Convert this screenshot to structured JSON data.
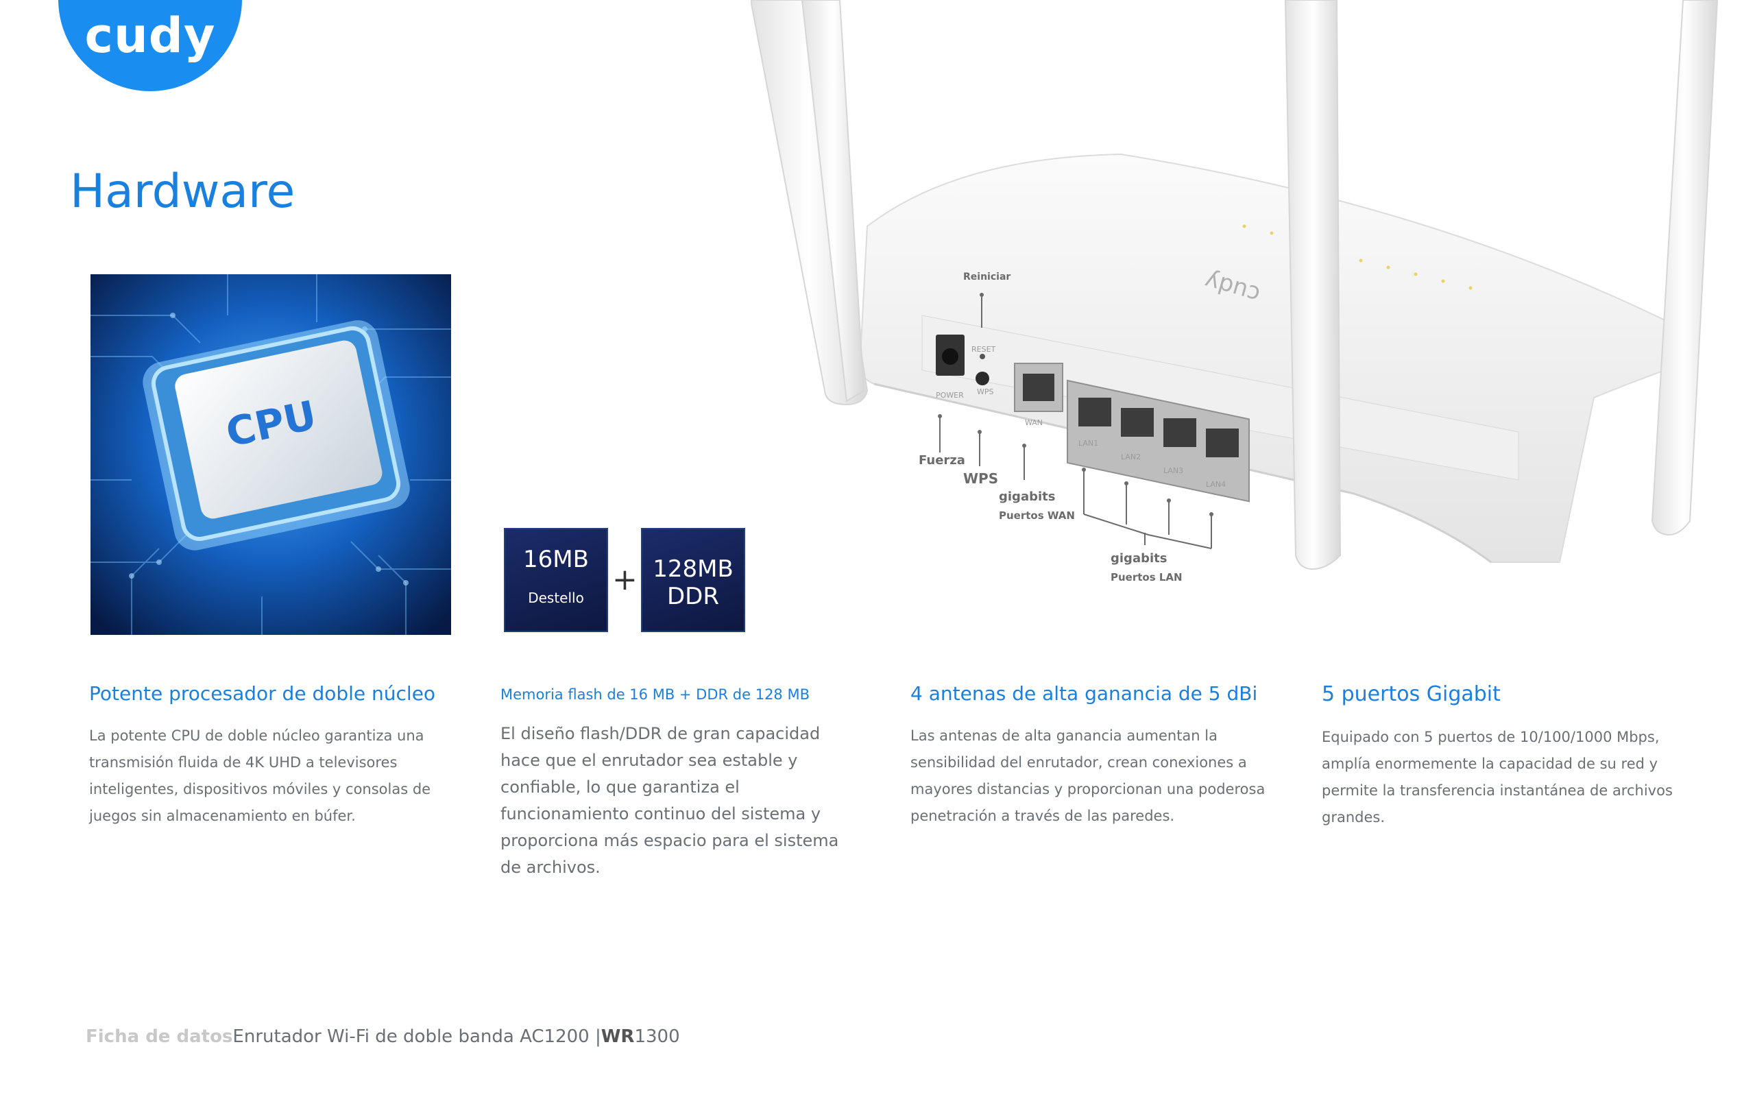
{
  "brand": {
    "logo_text": "cudy"
  },
  "page_title": "Hardware",
  "cpu_image": {
    "chip_label": "CPU"
  },
  "memory": {
    "flash": {
      "size": "16MB",
      "label": "Destello"
    },
    "plus": "+",
    "ddr": {
      "size": "128MB",
      "label": "DDR"
    }
  },
  "router_annotations": {
    "reset": "Reiniciar",
    "power": "Fuerza",
    "wps": "WPS",
    "wan_line1": "gigabits",
    "wan_line2": "Puertos WAN",
    "lan_line1": "gigabits",
    "lan_line2": "Puertos LAN",
    "port_labels": {
      "power": "POWER",
      "reset": "RESET",
      "wps": "WPS",
      "wan": "WAN",
      "lan1": "LAN1",
      "lan2": "LAN2",
      "lan3": "LAN3",
      "lan4": "LAN4"
    }
  },
  "features": [
    {
      "title": "Potente procesador de doble núcleo",
      "body": "La potente CPU de doble núcleo garantiza una transmisión fluida de 4K UHD a televisores inteligentes, dispositivos móviles y consolas de juegos sin almacenamiento en búfer."
    },
    {
      "title": "Memoria flash de 16 MB + DDR de 128 MB",
      "body": "El diseño flash/DDR de gran capacidad hace que el enrutador sea estable y confiable, lo que garantiza el funcionamiento continuo del sistema y proporciona más espacio para el sistema de archivos."
    },
    {
      "title": "4 antenas de alta ganancia de 5 dBi",
      "body": "Las antenas de alta ganancia aumentan la sensibilidad del enrutador, crean conexiones a mayores distancias y proporcionan una poderosa penetración a través de las paredes."
    },
    {
      "title": "5 puertos Gigabit",
      "body": "Equipado con 5 puertos de 10/100/1000 Mbps, amplía enormemente la capacidad de su red y permite la transferencia instantánea de archivos grandes."
    }
  ],
  "footer": {
    "label": "Ficha de datos",
    "product": "Enrutador Wi-Fi de doble banda AC1200 |",
    "model_prefix": "WR",
    "model_number": "1300"
  }
}
